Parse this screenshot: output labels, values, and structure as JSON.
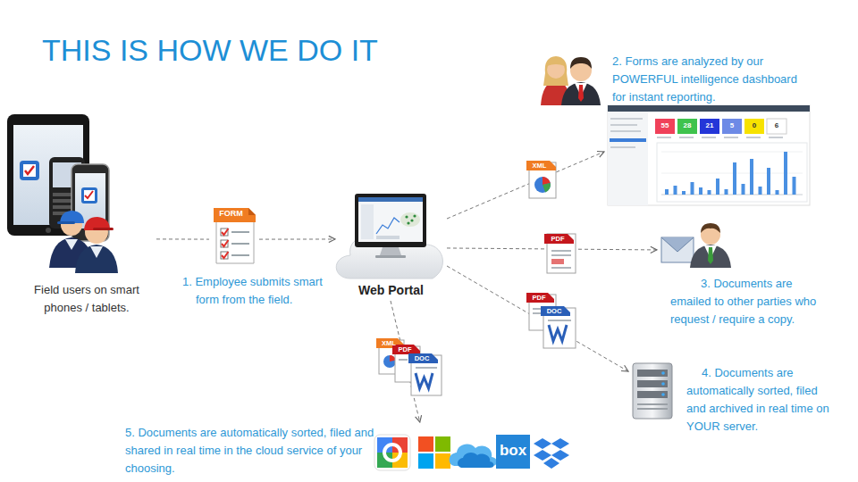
{
  "diagram": {
    "title": "THIS IS HOW WE DO IT",
    "nodes": [
      {
        "text": [
          "Field users on smart phones / tablets."
        ]
      },
      {
        "text": [
          "1. Employee submits smart form from the field."
        ]
      },
      {
        "text": [
          "Web Portal"
        ]
      },
      {
        "text": [
          "2. Forms are analyzed by our POWERFUL intelligence dashboard for instant reporting."
        ]
      },
      {
        "text": [
          "3. Documents are emailed to other parties who request / require a copy."
        ]
      },
      {
        "text": [
          "4. Documents are automatically sorted, filed and archived in real time on YOUR server."
        ]
      },
      {
        "text": [
          "5. Documents are automatically sorted, filed and shared in real time in the cloud service of your choosing."
        ]
      }
    ],
    "edges": [
      {
        "from": 0,
        "to": 1,
        "arrow": "none"
      },
      {
        "from": 1,
        "to": 2,
        "arrow": "to"
      },
      {
        "from": 2,
        "to": 3,
        "arrow": "to"
      },
      {
        "from": 2,
        "to": 4,
        "arrow": "to"
      },
      {
        "from": 2,
        "to": 5,
        "arrow": "to"
      },
      {
        "from": 2,
        "to": 6,
        "arrow": "to"
      }
    ],
    "labels": [
      "FORM",
      "55",
      "28",
      "21",
      "5",
      "0",
      "6",
      "XML",
      "PDF",
      "PDF",
      "DOC",
      "XML",
      "PDF",
      "DOC",
      "box"
    ]
  }
}
